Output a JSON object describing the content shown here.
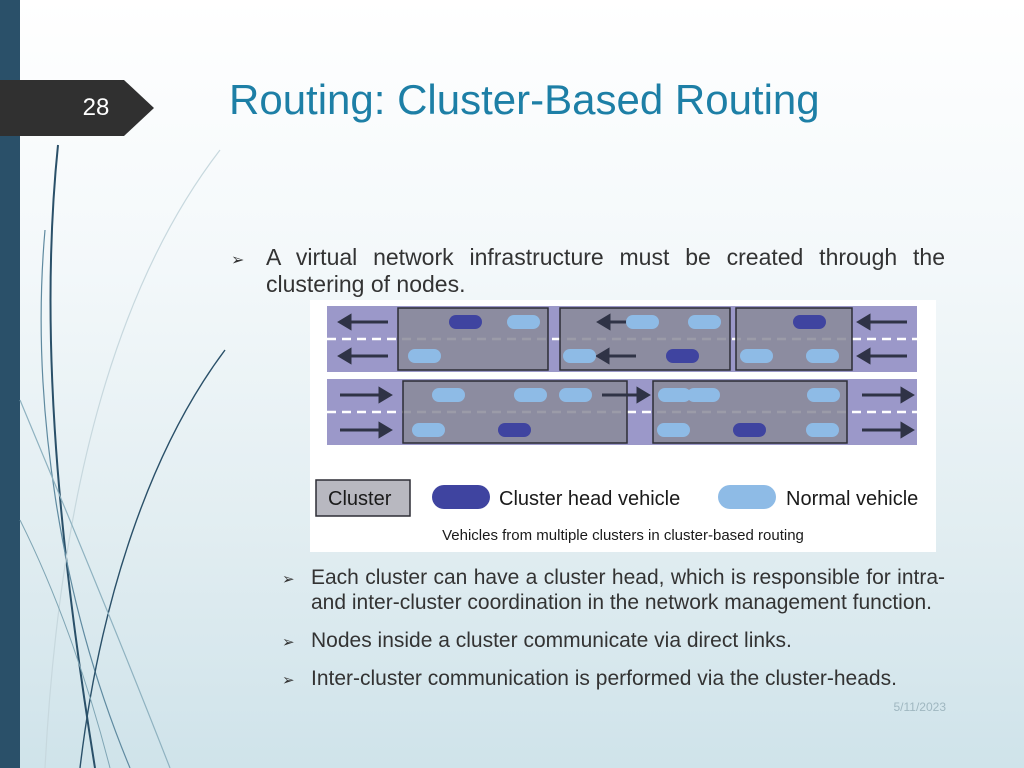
{
  "slide": {
    "number": "28",
    "title": "Routing: Cluster-Based Routing",
    "main_bullet": "A virtual network infrastructure must be created through the clustering of nodes.",
    "figure": {
      "caption": "Vehicles from multiple clusters in cluster-based routing",
      "legend": {
        "cluster": "Cluster",
        "cluster_head": "Cluster head vehicle",
        "normal": "Normal vehicle"
      },
      "colors": {
        "road": "#9b98c9",
        "cluster_fill": "#8a8a99",
        "cluster_head": "#3f44a0",
        "normal_vehicle": "#8ebbe6",
        "arrow": "#2f3346"
      }
    },
    "sub_bullets": [
      "Each cluster can have a cluster head, which is responsible for intra- and inter-cluster coordination in the network management function.",
      "Nodes inside a cluster communicate via direct links.",
      "Inter-cluster communication is performed via the cluster-heads."
    ],
    "footer_date": "5/11/2023"
  },
  "theme": {
    "accent": "#1d7fa6",
    "sidebar": "#2a5069",
    "number_tab": "#303030"
  }
}
